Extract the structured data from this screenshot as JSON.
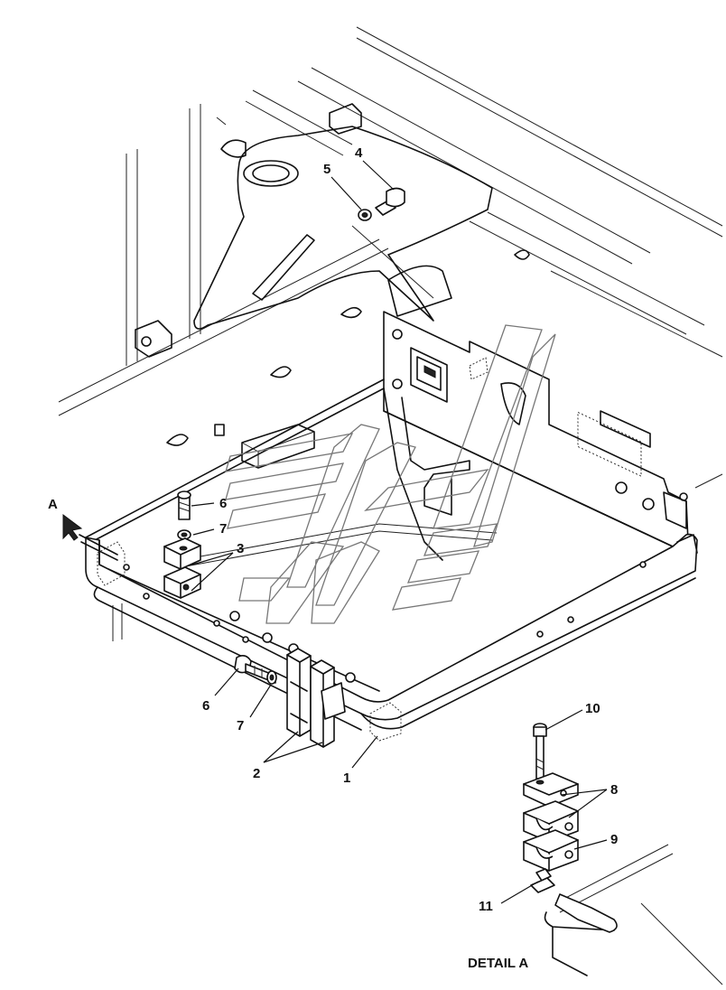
{
  "callouts": {
    "c1": "1",
    "c2": "2",
    "c3": "3",
    "c4": "4",
    "c5": "5",
    "c6a": "6",
    "c6b": "6",
    "c7a": "7",
    "c7b": "7",
    "c8": "8",
    "c9": "9",
    "c10": "10",
    "c11": "11"
  },
  "view_marker": "A",
  "detail_caption": "DETAIL A"
}
